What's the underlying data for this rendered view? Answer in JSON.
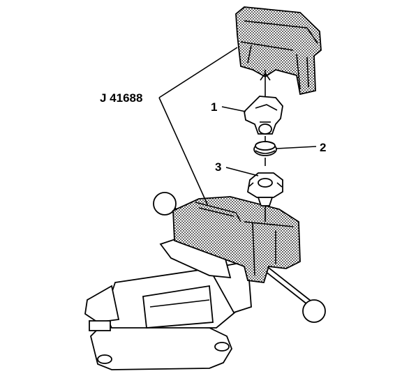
{
  "diagram": {
    "tool_label": "J 41688",
    "callouts": [
      "1",
      "2",
      "3"
    ]
  }
}
